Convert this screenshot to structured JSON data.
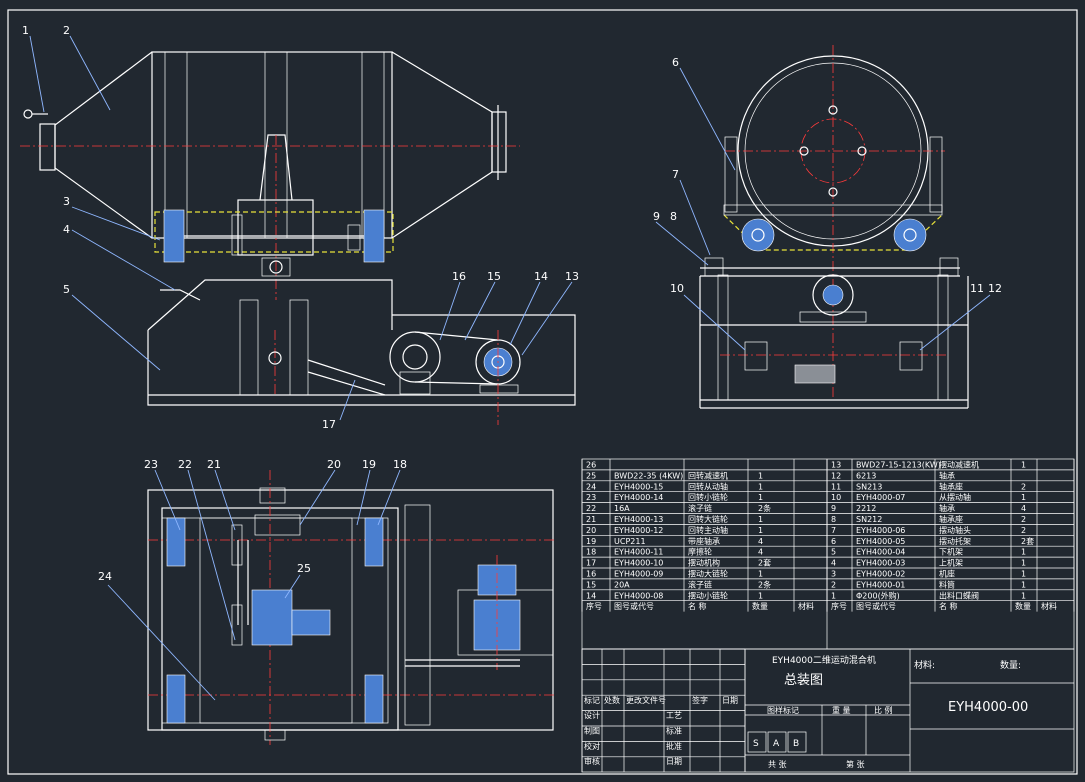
{
  "callouts": {
    "front": [
      "1",
      "2",
      "3",
      "4",
      "5",
      "13",
      "14",
      "15",
      "16",
      "17"
    ],
    "side": [
      "6",
      "7",
      "8",
      "9",
      "10",
      "11",
      "12"
    ],
    "plan": [
      "18",
      "19",
      "20",
      "21",
      "22",
      "23",
      "24",
      "25"
    ]
  },
  "bom_left": [
    {
      "no": "26",
      "code": "",
      "name": "",
      "qty": ""
    },
    {
      "no": "25",
      "code": "BWD22-35 (4KW)",
      "name": "回转减速机",
      "qty": "1"
    },
    {
      "no": "24",
      "code": "EYH4000-15",
      "name": "回转从动轴",
      "qty": "1"
    },
    {
      "no": "23",
      "code": "EYH4000-14",
      "name": "回转小链轮",
      "qty": "1"
    },
    {
      "no": "22",
      "code": "16A",
      "name": "滚子链",
      "qty": "2条"
    },
    {
      "no": "21",
      "code": "EYH4000-13",
      "name": "回转大链轮",
      "qty": "1"
    },
    {
      "no": "20",
      "code": "EYH4000-12",
      "name": "回转主动轴",
      "qty": "1"
    },
    {
      "no": "19",
      "code": "UCP211",
      "name": "带座轴承",
      "qty": "4"
    },
    {
      "no": "18",
      "code": "EYH4000-11",
      "name": "摩擦轮",
      "qty": "4"
    },
    {
      "no": "17",
      "code": "EYH4000-10",
      "name": "摆动机构",
      "qty": "2套"
    },
    {
      "no": "16",
      "code": "EYH4000-09",
      "name": "摆动大链轮",
      "qty": "1"
    },
    {
      "no": "15",
      "code": "20A",
      "name": "滚子链",
      "qty": "2条"
    },
    {
      "no": "14",
      "code": "EYH4000-08",
      "name": "摆动小链轮",
      "qty": "1"
    }
  ],
  "bom_right": [
    {
      "no": "13",
      "code": "BWD27-15-1213(KW)",
      "name": "摆动减速机",
      "qty": "1"
    },
    {
      "no": "12",
      "code": "6213",
      "name": "轴承",
      "qty": ""
    },
    {
      "no": "11",
      "code": "SN213",
      "name": "轴承座",
      "qty": "2"
    },
    {
      "no": "10",
      "code": "EYH4000-07",
      "name": "从摆动轴",
      "qty": "1"
    },
    {
      "no": "9",
      "code": "2212",
      "name": "轴承",
      "qty": "4"
    },
    {
      "no": "8",
      "code": "SN212",
      "name": "轴承座",
      "qty": "2"
    },
    {
      "no": "7",
      "code": "EYH4000-06",
      "name": "摆动轴头",
      "qty": "2"
    },
    {
      "no": "6",
      "code": "EYH4000-05",
      "name": "摆动托架",
      "qty": "2套"
    },
    {
      "no": "5",
      "code": "EYH4000-04",
      "name": "下机架",
      "qty": "1"
    },
    {
      "no": "4",
      "code": "EYH4000-03",
      "name": "上机架",
      "qty": "1"
    },
    {
      "no": "3",
      "code": "EYH4000-02",
      "name": "机座",
      "qty": "1"
    },
    {
      "no": "2",
      "code": "EYH4000-01",
      "name": "料筒",
      "qty": "1"
    },
    {
      "no": "1",
      "code": "Φ200(外购)",
      "name": "出料口蝶阀",
      "qty": "1"
    }
  ],
  "bom_headers": {
    "left": [
      "序号",
      "图号或代号",
      "名 称",
      "数量",
      "材料"
    ],
    "right": [
      "序号",
      "图号或代号",
      "名 称",
      "数量",
      "材料"
    ]
  },
  "title_block": {
    "product": "EYH4000二维运动混合机",
    "drawing_name": "总装图",
    "material_label": "材料:",
    "quantity_label": "数量:",
    "drawing_no": "EYH4000-00",
    "rev_headers": [
      "标记",
      "处数",
      "更改文件号",
      "签字",
      "日期"
    ],
    "roles": [
      "设计",
      "制图",
      "校对",
      "审核"
    ],
    "roles2": [
      "工艺",
      "标准",
      "批准",
      "日期"
    ],
    "stage_label": "图样标记",
    "weight_label": "重 量",
    "scale_label": "比 例",
    "stages": [
      "S",
      "A",
      "B"
    ],
    "sheets_total": "共 张",
    "sheet_no": "第 张"
  }
}
